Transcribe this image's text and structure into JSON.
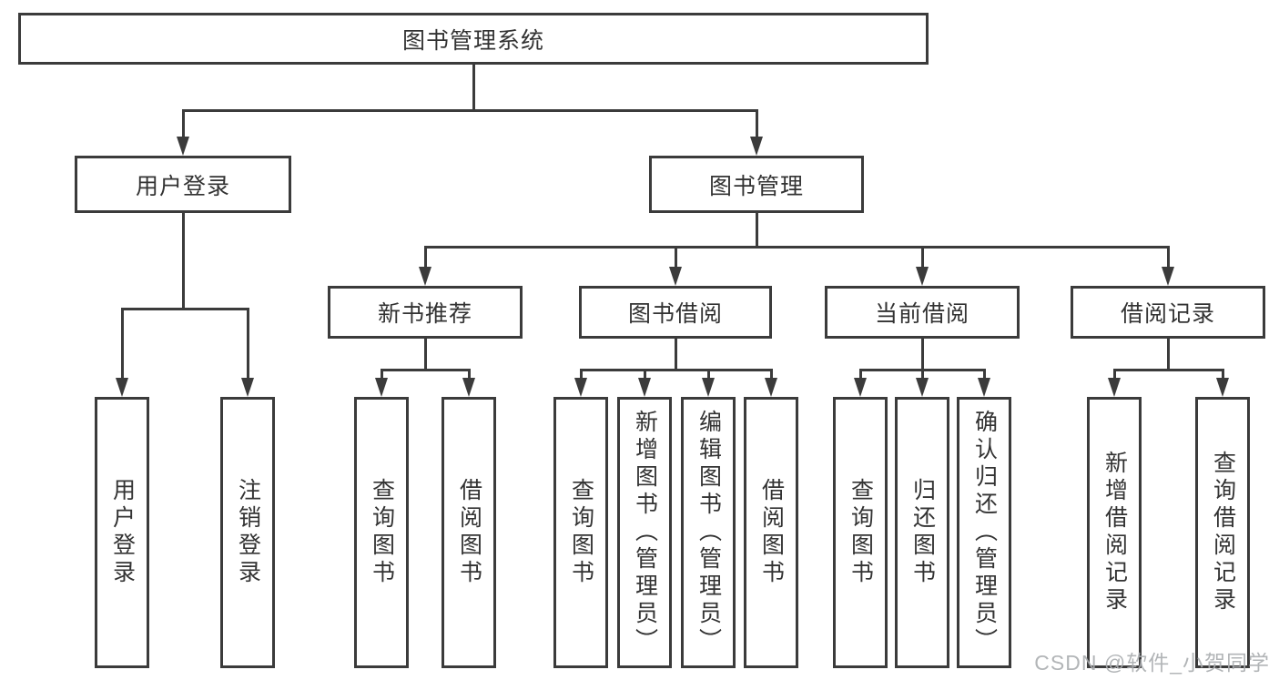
{
  "diagram": {
    "root": "图书管理系统",
    "level2": {
      "user": "用户登录",
      "books": "图书管理"
    },
    "level3": {
      "newbook": "新书推荐",
      "borrow": "图书借阅",
      "current": "当前借阅",
      "records": "借阅记录"
    },
    "leaves": {
      "user": [
        "用户登录",
        "注销登录"
      ],
      "newbook": [
        "查询图书",
        "借阅图书"
      ],
      "borrow": [
        "查询图书",
        "新增图书（管理员）",
        "编辑图书（管理员）",
        "借阅图书"
      ],
      "current": [
        "查询图书",
        "归还图书",
        "确认归还（管理员）"
      ],
      "records": [
        "新增借阅记录",
        "查询借阅记录"
      ]
    }
  },
  "watermark": "CSDN @软件_小贺同学",
  "colors": {
    "line": "#3b3b3b",
    "text": "#333333",
    "background": "#ffffff",
    "watermark": "#aaadb0"
  }
}
